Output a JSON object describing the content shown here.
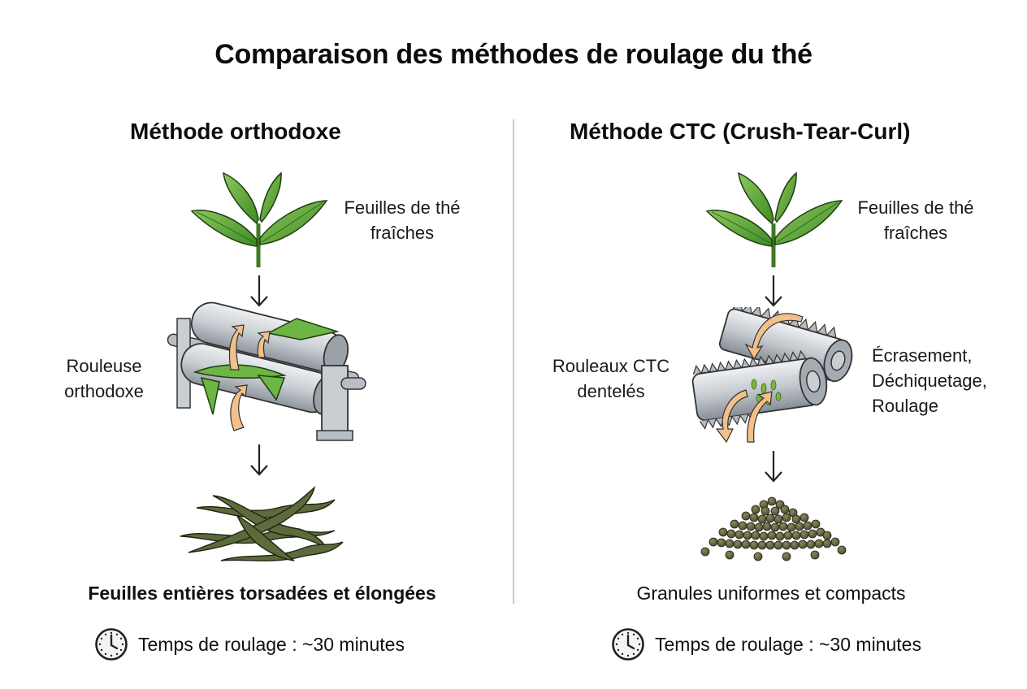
{
  "title": "Comparaison des méthodes de roulage du thé",
  "colors": {
    "leaf_green": "#5fa33a",
    "leaf_dark": "#2f6b1f",
    "roller_steel": "#c9ced3",
    "arrow_orange": "#f2c08a",
    "dried_leaf": "#5d6b3c",
    "granule": "#5a5a3a",
    "divider": "#c8c8c8"
  },
  "orthodox": {
    "heading": "Méthode orthodoxe",
    "fresh_leaves_label": [
      "Feuilles de thé",
      "fraîches"
    ],
    "machine_label": [
      "Rouleuse",
      "orthodoxe"
    ],
    "result_caption": "Feuilles entières torsadées et élongées",
    "timer_text": "Temps de roulage : ~30 minutes",
    "icons": [
      "tea-sprig-icon",
      "arrow-down-icon",
      "orthodox-roller-icon",
      "twisted-leaves-icon",
      "clock-icon"
    ]
  },
  "ctc": {
    "heading": "Méthode CTC (Crush-Tear-Curl)",
    "fresh_leaves_label": [
      "Feuilles de thé",
      "fraîches"
    ],
    "machine_label": [
      "Rouleaux CTC",
      "dentelés"
    ],
    "process_label": [
      "Écrasement,",
      "Déchiquetage,",
      "Roulage"
    ],
    "result_caption": "Granules uniformes et compacts",
    "timer_text": "Temps de roulage : ~30 minutes",
    "icons": [
      "tea-sprig-icon",
      "arrow-down-icon",
      "ctc-rollers-icon",
      "granules-icon",
      "clock-icon"
    ]
  }
}
